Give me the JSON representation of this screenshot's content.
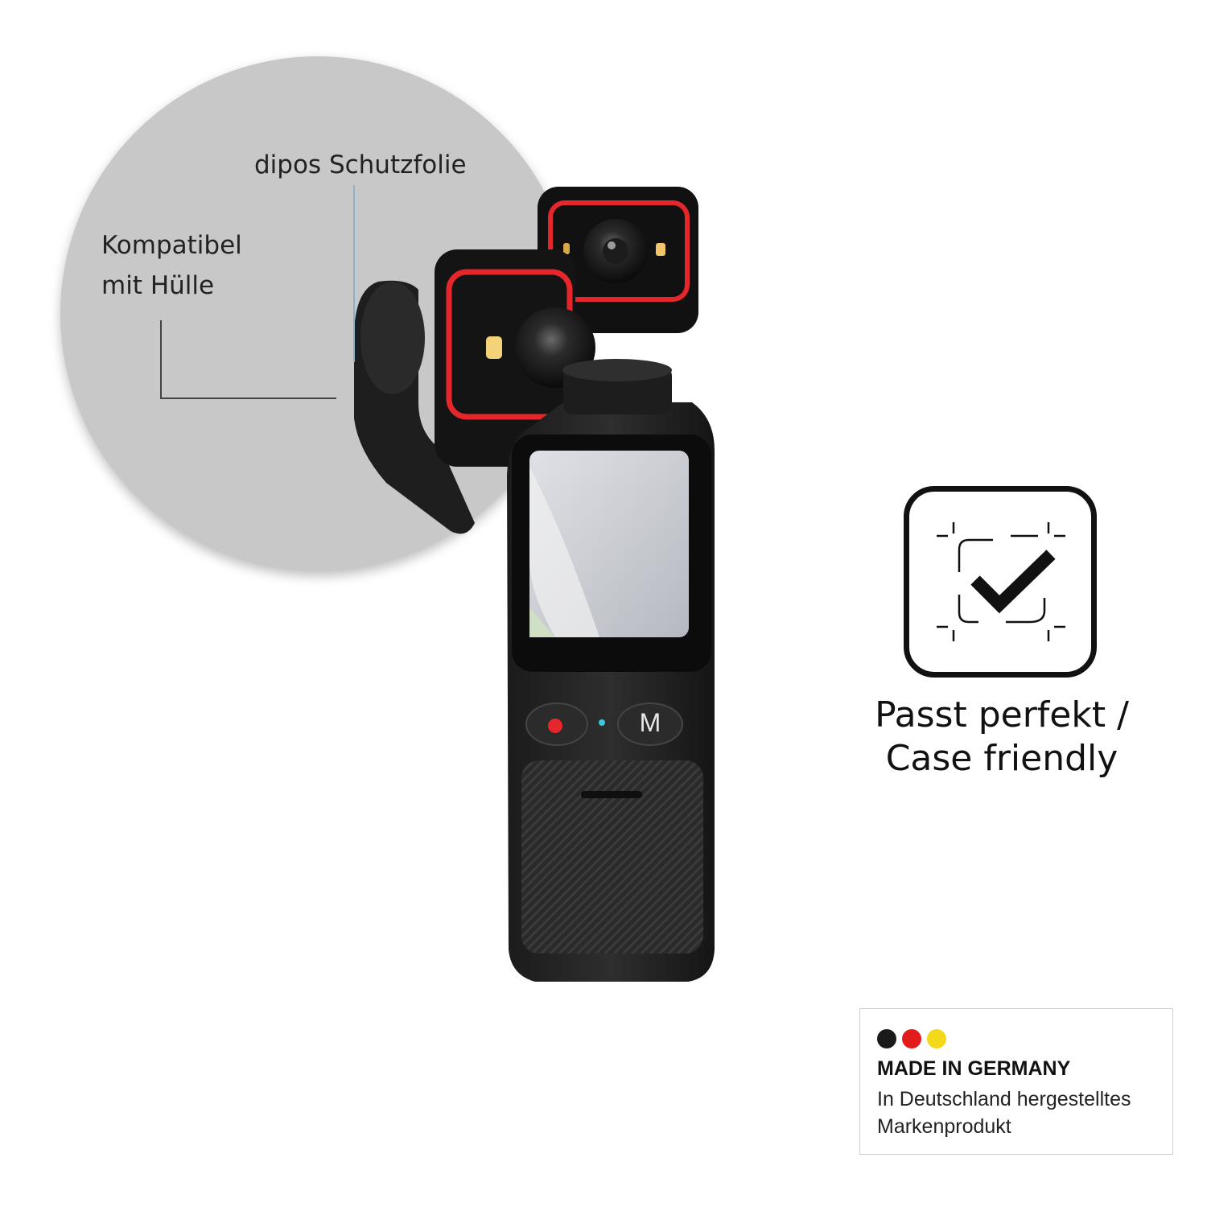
{
  "callouts": {
    "film_label": "dipos Schutzfolie",
    "compat_line1": "Kompatibel",
    "compat_line2": "mit Hülle"
  },
  "badge": {
    "icon": "check-frame-icon",
    "caption_line1": "Passt perfekt /",
    "caption_line2": "Case friendly"
  },
  "device": {
    "mode_button_label": "M"
  },
  "made_in_germany": {
    "title": "MADE IN GERMANY",
    "line1": "In Deutschland hergestelltes",
    "line2": "Markenprodukt",
    "dot_colors": [
      "#1a1a1a",
      "#e21b1b",
      "#f4d81a"
    ]
  },
  "colors": {
    "accent_red": "#e5262a",
    "circle_gray": "#c8c8c8"
  }
}
